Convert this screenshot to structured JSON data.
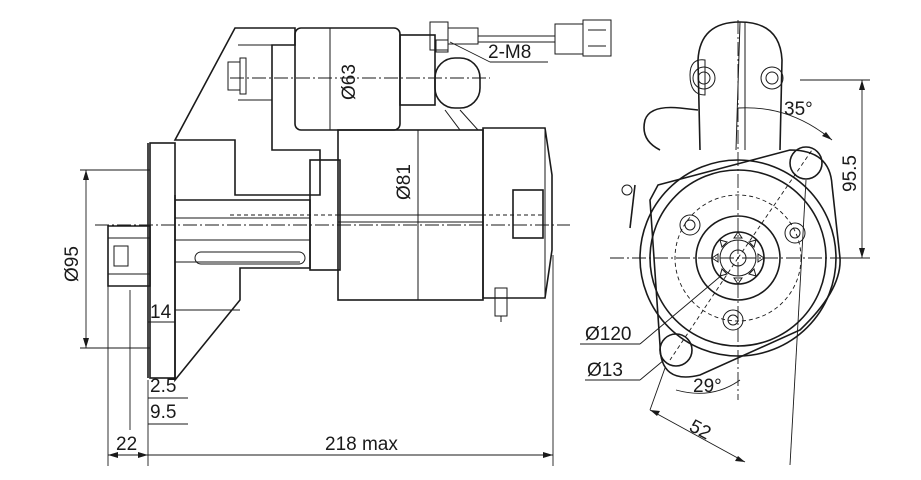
{
  "dimensions": {
    "bolt": "2-M8",
    "d63": "Ø63",
    "d81": "Ø81",
    "d95": "Ø95",
    "t14": "14",
    "t2_5": "2.5",
    "t9_5": "9.5",
    "t22": "22",
    "t218": "218 max",
    "a35": "35°",
    "r95_5": "95.5",
    "d120": "Ø120",
    "d13": "Ø13",
    "a29": "29°",
    "r52": "52"
  },
  "colors": {
    "line": "#1a1a1a",
    "background": "#ffffff"
  }
}
